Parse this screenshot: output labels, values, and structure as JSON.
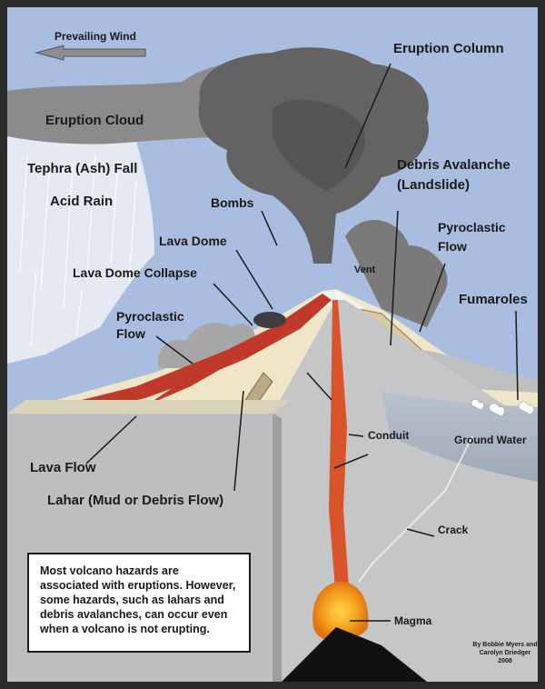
{
  "labels": {
    "prevailing_wind": "Prevailing Wind",
    "eruption_column": "Eruption Column",
    "eruption_cloud": "Eruption Cloud",
    "tephra_fall": "Tephra (Ash) Fall",
    "acid_rain": "Acid Rain",
    "bombs": "Bombs",
    "lava_dome": "Lava Dome",
    "lava_dome_collapse": "Lava Dome Collapse",
    "pyroclastic_flow_left_1": "Pyroclastic",
    "pyroclastic_flow_left_2": "Flow",
    "vent": "Vent",
    "debris_avalanche_1": "Debris Avalanche",
    "debris_avalanche_2": "(Landslide)",
    "pyroclastic_flow_right_1": "Pyroclastic",
    "pyroclastic_flow_right_2": "Flow",
    "fumaroles": "Fumaroles",
    "conduit": "Conduit",
    "ground_water": "Ground Water",
    "lava_flow": "Lava Flow",
    "lahar": "Lahar (Mud or Debris Flow)",
    "crack": "Crack",
    "magma": "Magma"
  },
  "note": {
    "text": "Most volcano hazards are associated with eruptions.  However, some hazards, such as lahars and debris avalanches, can occur even when a volcano is not erupting."
  },
  "credit": {
    "line1": "By Bobbie Myers and",
    "line2": "Carolyn Driedger",
    "line3": "2008"
  },
  "colors": {
    "sky": "#a9bde0",
    "ash_dark": "#5c5c5c",
    "ash_mid": "#7a7a7a",
    "ground_face": "#bdbec0",
    "lava": "#c0392b",
    "magma": "#f39c12",
    "border": "#1a1a1a"
  }
}
